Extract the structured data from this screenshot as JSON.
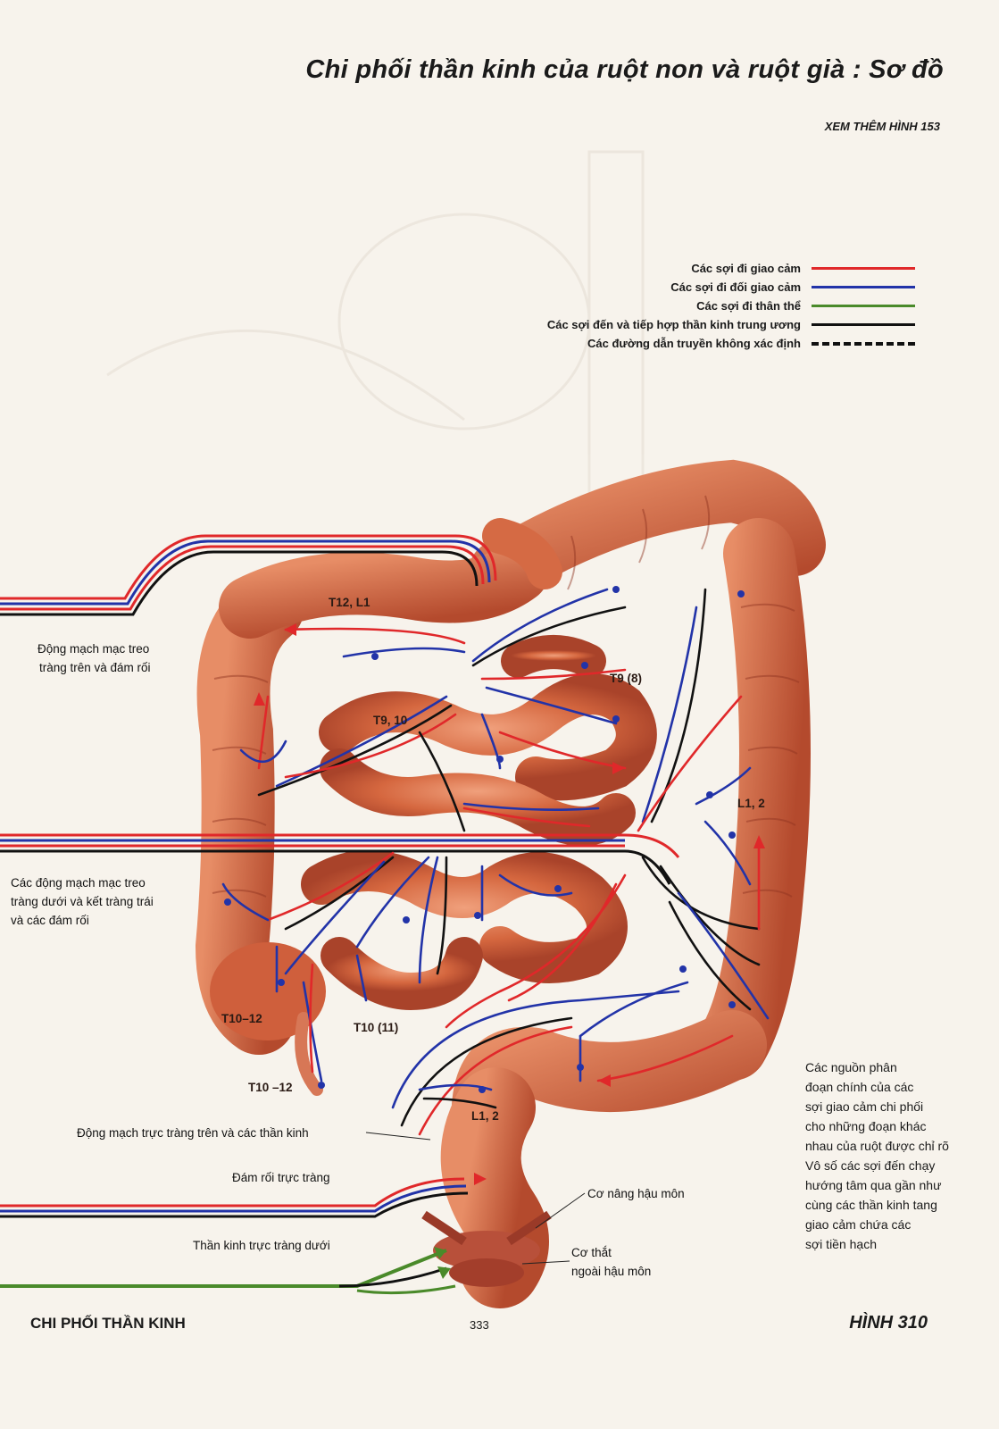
{
  "title": "Chi phối thần kinh của ruột non và ruột già : Sơ đồ",
  "see_also": "XEM THÊM HÌNH 153",
  "legend": [
    {
      "label": "Các sợi đi giao cảm",
      "color": "#e0282a",
      "style": "solid"
    },
    {
      "label": "Các sợi đi đối giao cảm",
      "color": "#2233a8",
      "style": "solid"
    },
    {
      "label": "Các sợi đi thân thể",
      "color": "#4a8a2a",
      "style": "solid"
    },
    {
      "label": "Các sợi đến và tiếp hợp thần kinh trung ương",
      "color": "#111111",
      "style": "solid"
    },
    {
      "label": "Các đường dẫn truyền không xác định",
      "color": "#111111",
      "style": "dashed"
    }
  ],
  "labels": {
    "sma": [
      "Động mạch mạc treo",
      "tràng trên và đám rối"
    ],
    "ima": [
      "Các động mạch mạc treo",
      "tràng dưới và kết tràng trái",
      "và các đám rối"
    ],
    "superior_rectal": "Động mạch trực tràng trên và các thần kinh",
    "rectal_plexus": "Đám rối trực tràng",
    "inferior_rectal_nerve": "Thần kinh trực tràng dưới",
    "levator_ani": "Cơ nâng hậu môn",
    "external_sphincter": [
      "Cơ thắt",
      "ngoài hậu môn"
    ]
  },
  "segments": {
    "t12_l1": "T12, L1",
    "t9_8": "T9 (8)",
    "t9_10": "T9, 10",
    "l1_2_right": "L1, 2",
    "t10_12_a": "T10–12",
    "t10_11": "T10 (11)",
    "t10_12_b": "T10 –12",
    "l1_2_rectum": "L1, 2"
  },
  "note": [
    "Các nguồn phân",
    "đoạn chính của các",
    "sợi giao cảm chi phối",
    "cho những đoạn khác",
    "nhau của ruột được chỉ rõ",
    "Vô số các sợi đến chạy",
    "hướng tâm qua gần như",
    "cùng các thần kinh tang",
    "giao cảm chứa các",
    "sợi tiền hạch"
  ],
  "footer": {
    "section": "CHI PHỐI THẦN KINH",
    "page": "333",
    "figure": "HÌNH 310"
  },
  "colors": {
    "sympathetic": "#e0282a",
    "parasympathetic": "#2233a8",
    "somatic": "#4a8a2a",
    "afferent": "#111111",
    "intestine": "#c8573a",
    "intestine_light": "#e58a68"
  }
}
